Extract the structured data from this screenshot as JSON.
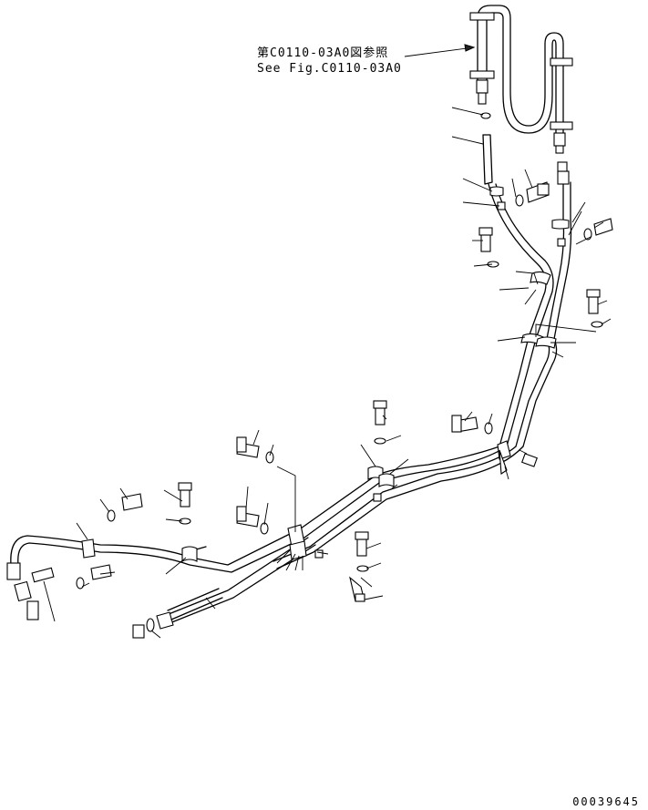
{
  "reference": {
    "jp": "第C0110-03A0図参照",
    "en": "See Fig.C0110-03A0"
  },
  "drawing_number": "00039645"
}
